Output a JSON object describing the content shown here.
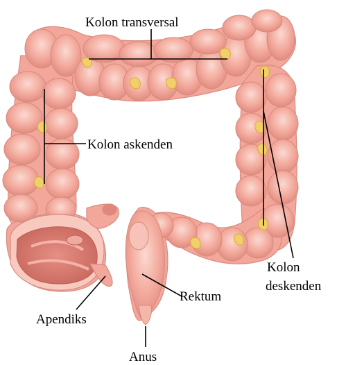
{
  "labels": {
    "transverse": "Kolon transversal",
    "ascending": "Kolon askenden",
    "descending_line1": "Kolon",
    "descending_line2": "deskenden",
    "rectum": "Rektum",
    "appendix": "Apendiks",
    "anus": "Anus"
  },
  "colors": {
    "tissue": "#f2a79a",
    "tissue_light": "#f9cfc6",
    "tissue_dark": "#d97e72",
    "fat": "#f1cf6b",
    "fat_dark": "#d9a93a",
    "lumen": "#d9776c",
    "leader": "#000000"
  }
}
